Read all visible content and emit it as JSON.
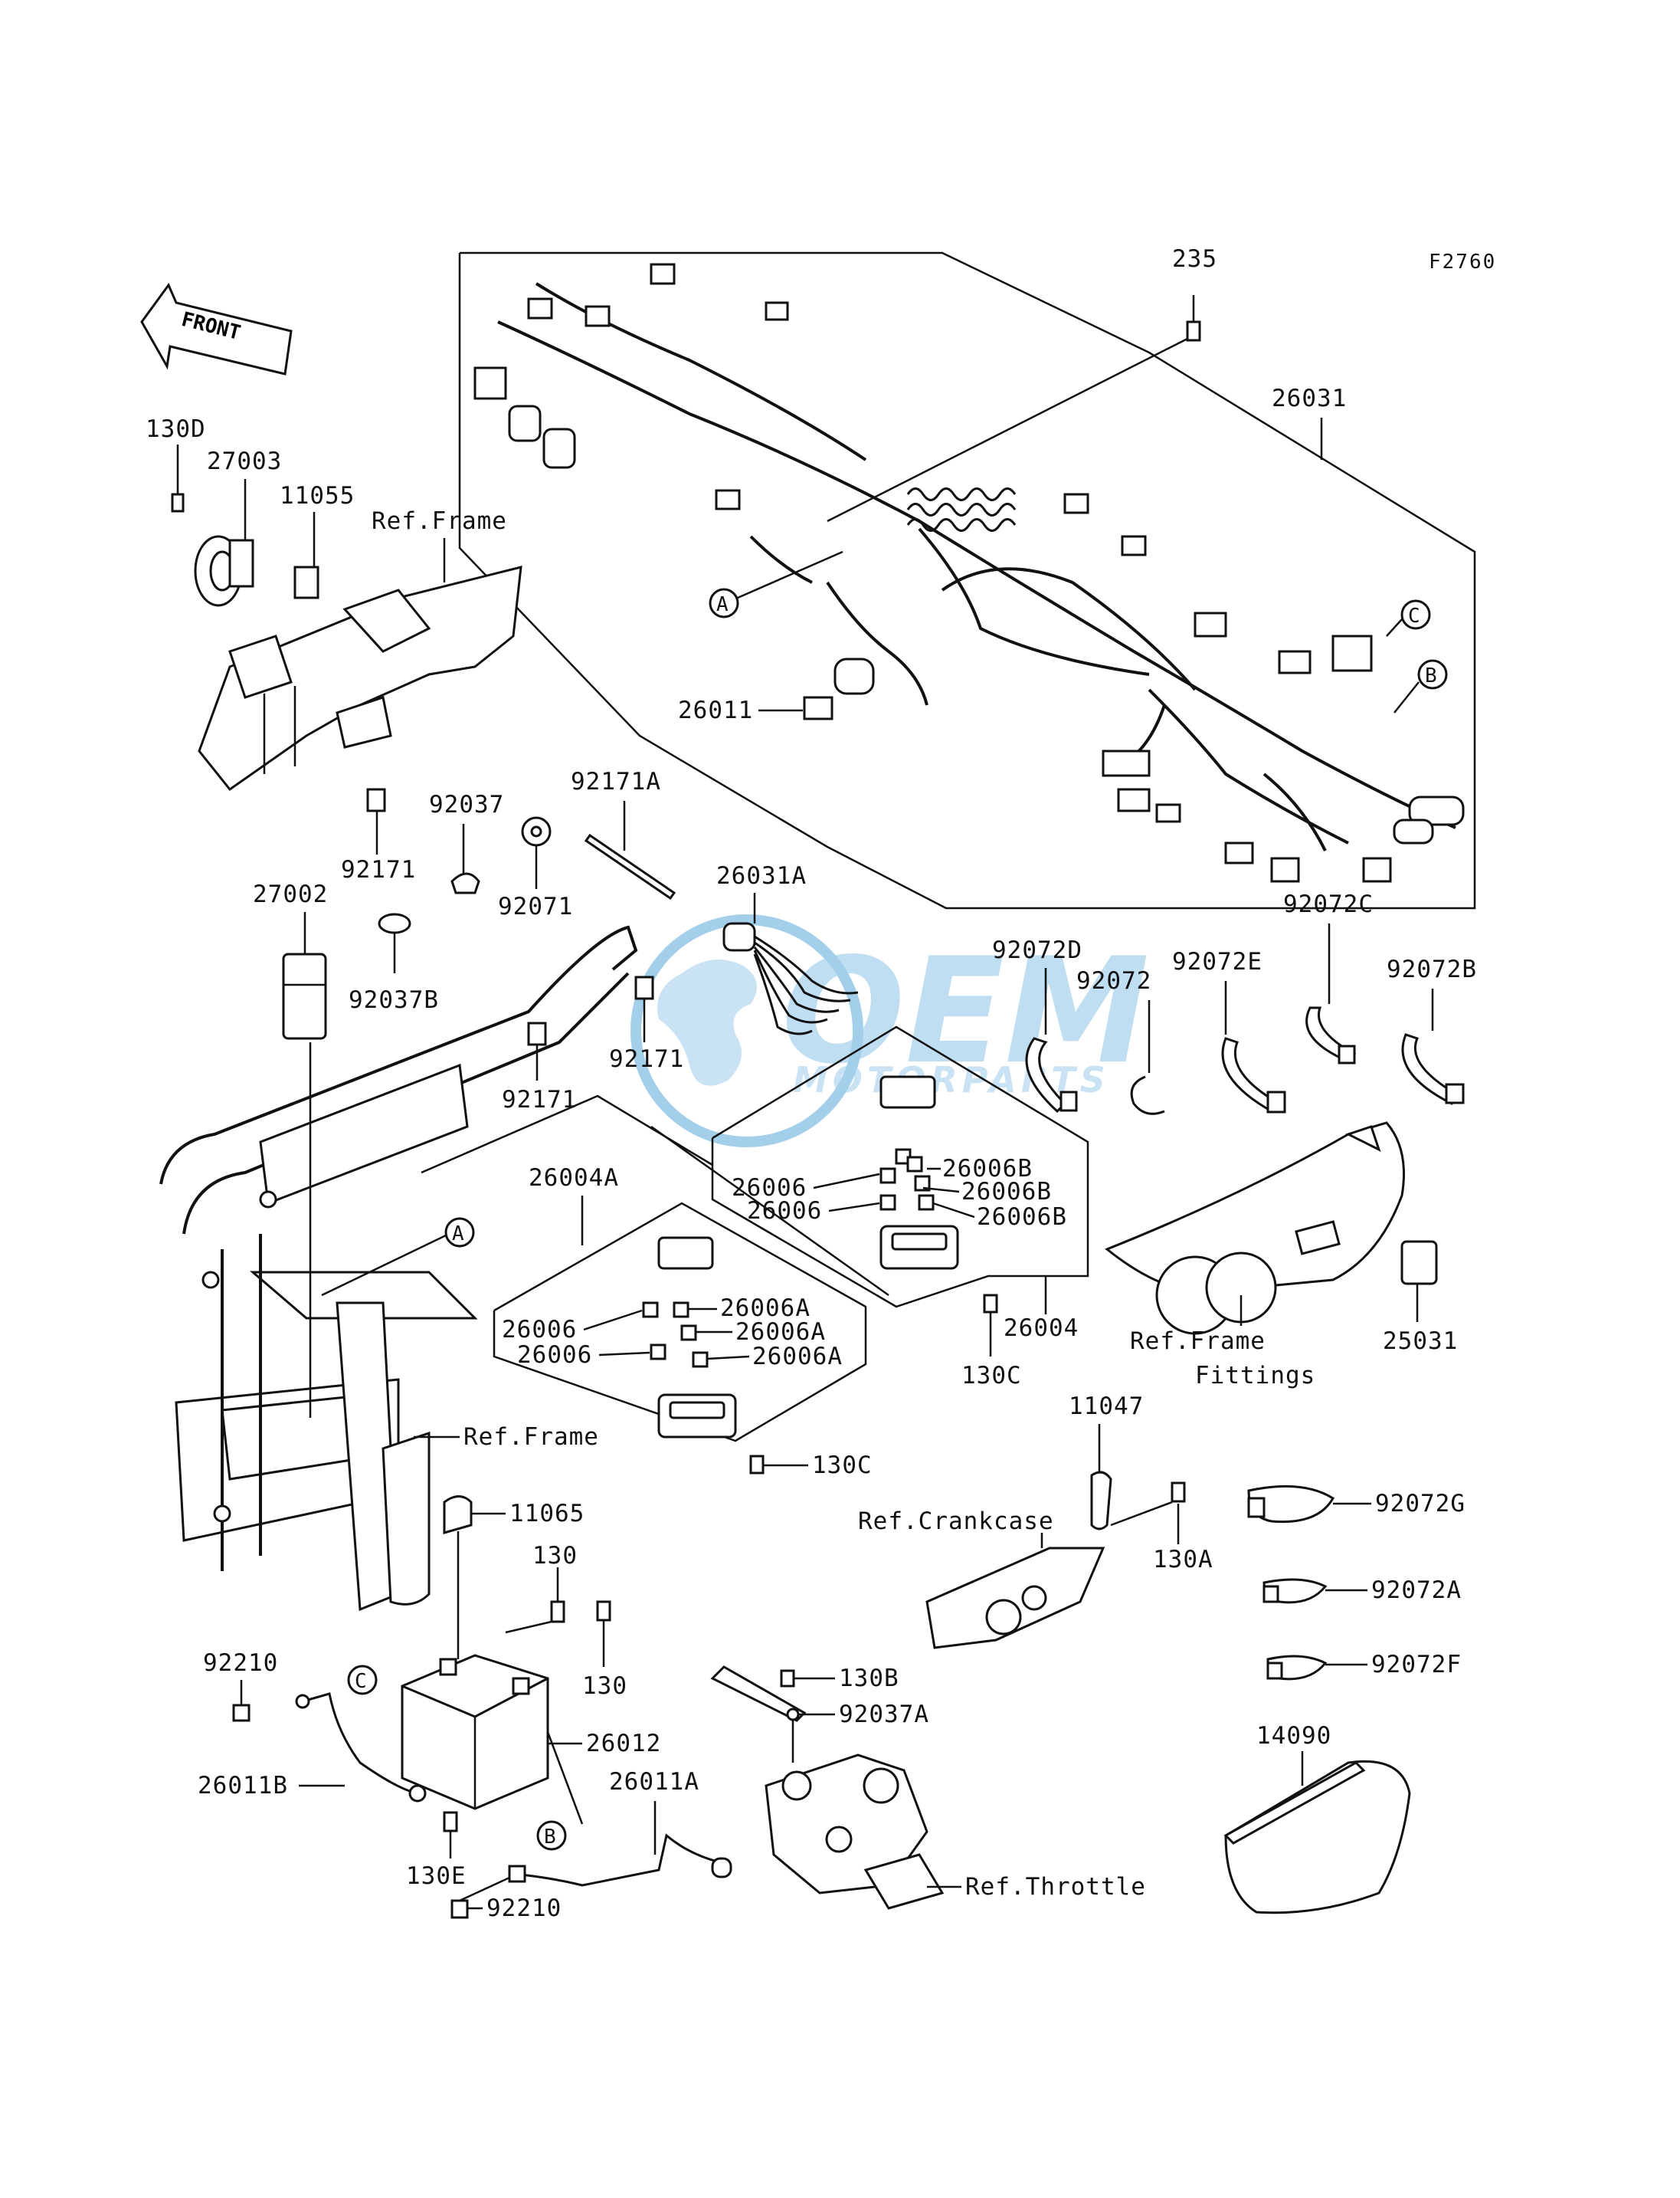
{
  "figure_code": "F2760",
  "front_arrow_label": "FRONT",
  "watermark": {
    "brand": "OEM",
    "sub": "MOTORPARTS",
    "color": "#5aa9dc"
  },
  "callouts": [
    "A",
    "B",
    "C"
  ],
  "labels": {
    "p235": "235",
    "p26031": "26031",
    "p26011": "26011",
    "p130D": "130D",
    "p27003": "27003",
    "p11055": "11055",
    "refFrameTop": "Ref.Frame",
    "p92171a": "92171",
    "p92037": "92037",
    "p92071": "92071",
    "p92171A": "92171A",
    "p26031A": "26031A",
    "p27002": "27002",
    "p92037B": "92037B",
    "p92171b": "92171",
    "p92171c": "92171",
    "p92072D": "92072D",
    "p92072": "92072",
    "p92072E": "92072E",
    "p92072C": "92072C",
    "p92072B": "92072B",
    "p26006B_1": "26006B",
    "p26006_1": "26006",
    "p26006B_2": "26006B",
    "p26006_2": "26006",
    "p26006B_3": "26006B",
    "p26004A": "26004A",
    "p26006A_1": "26006A",
    "p26006_3": "26006",
    "p26006A_2": "26006A",
    "p26006_4": "26006",
    "p26006A_3": "26006A",
    "p26004": "26004",
    "p130C_1": "130C",
    "p130C_2": "130C",
    "refFrameFittings1": "Ref.Frame",
    "refFrameFittings2": "Fittings",
    "p25031": "25031",
    "refFrameMid": "Ref.Frame",
    "p11065": "11065",
    "p130_1": "130",
    "p130_2": "130",
    "p92210_1": "92210",
    "p26012": "26012",
    "p26011B": "26011B",
    "p26011A": "26011A",
    "p130E": "130E",
    "p92210_2": "92210",
    "p11047": "11047",
    "refCrankcase": "Ref.Crankcase",
    "p130A": "130A",
    "p130B": "130B",
    "p92037A": "92037A",
    "refThrottle": "Ref.Throttle",
    "p92072G": "92072G",
    "p92072A": "92072A",
    "p92072F": "92072F",
    "p14090": "14090"
  }
}
